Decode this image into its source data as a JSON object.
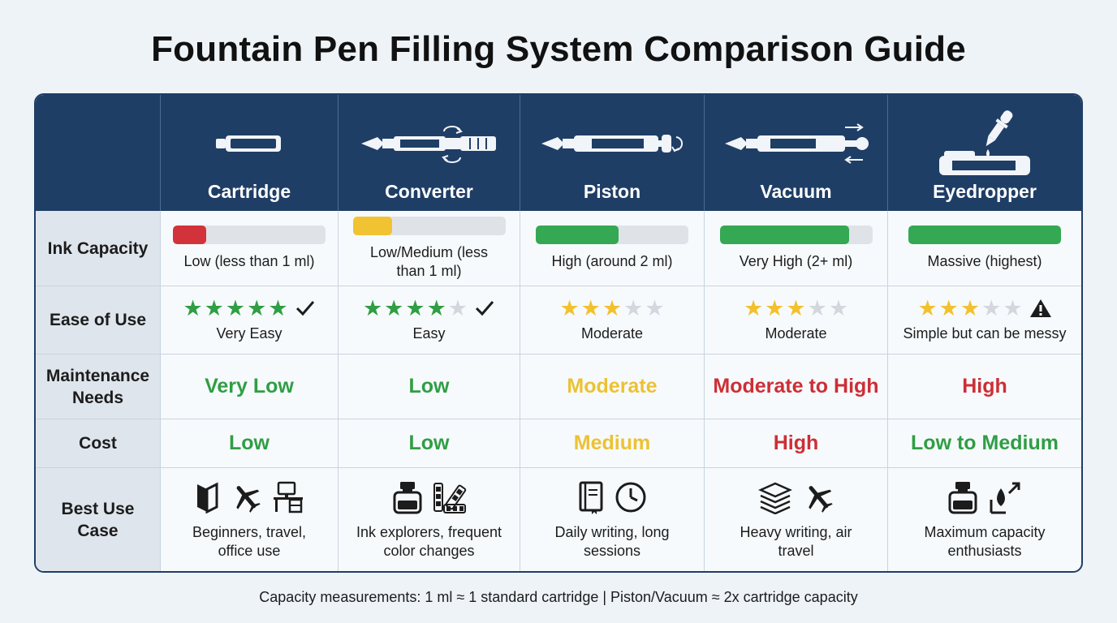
{
  "title": "Fountain Pen Filling System Comparison Guide",
  "colors": {
    "header_bg": "#1f3e66",
    "label_bg": "#dfe5ec",
    "green": "#2f9e44",
    "yellow": "#ecc233",
    "red": "#cc2f35",
    "star_gray": "#d3d8de"
  },
  "systems": [
    {
      "name": "Cartridge",
      "icon": "cartridge-icon",
      "capacity": {
        "label": "Low (less than 1 ml)",
        "level": 0.22,
        "color": "#d2333a"
      },
      "ease": {
        "stars": 5,
        "badge": "✓",
        "badge_icon": "check-icon",
        "label": "Very Easy",
        "star_color": "#2f9e44"
      },
      "maintenance": {
        "label": "Very Low",
        "color": "#2f9e44"
      },
      "cost": {
        "label": "Low",
        "color": "#2f9e44"
      },
      "best_use": {
        "icons": [
          "beginner-mark-icon",
          "airplane-icon",
          "office-desk-icon"
        ],
        "label": "Beginners, travel, office use"
      }
    },
    {
      "name": "Converter",
      "icon": "converter-pen-icon",
      "capacity": {
        "label": "Low/Medium (less than 1 ml)",
        "level": 0.26,
        "color": "#f1c232"
      },
      "ease": {
        "stars": 4,
        "badge": "✓",
        "badge_icon": "check-icon",
        "label": "Easy",
        "star_color": "#2f9e44"
      },
      "maintenance": {
        "label": "Low",
        "color": "#2f9e44"
      },
      "cost": {
        "label": "Low",
        "color": "#2f9e44"
      },
      "best_use": {
        "icons": [
          "ink-bottle-icon",
          "color-swatches-icon"
        ],
        "label": "Ink explorers, frequent color changes"
      }
    },
    {
      "name": "Piston",
      "icon": "piston-pen-icon",
      "capacity": {
        "label": "High (around 2 ml)",
        "level": 0.54,
        "color": "#34a853"
      },
      "ease": {
        "stars": 3,
        "badge": "",
        "badge_icon": "",
        "label": "Moderate",
        "star_color": "#f2c12e"
      },
      "maintenance": {
        "label": "Moderate",
        "color": "#ecc233"
      },
      "cost": {
        "label": "Medium",
        "color": "#ecc233"
      },
      "best_use": {
        "icons": [
          "notebook-icon",
          "clock-icon"
        ],
        "label": "Daily writing, long sessions"
      }
    },
    {
      "name": "Vacuum",
      "icon": "vacuum-pen-icon",
      "capacity": {
        "label": "Very High (2+ ml)",
        "level": 0.85,
        "color": "#34a853"
      },
      "ease": {
        "stars": 3,
        "badge": "",
        "badge_icon": "",
        "label": "Moderate",
        "star_color": "#f2c12e"
      },
      "maintenance": {
        "label": "Moderate to High",
        "color": "#cc2f35"
      },
      "cost": {
        "label": "High",
        "color": "#cc2f35"
      },
      "best_use": {
        "icons": [
          "paper-stack-icon",
          "airplane-icon"
        ],
        "label": "Heavy writing, air travel"
      }
    },
    {
      "name": "Eyedropper",
      "icon": "eyedropper-icon",
      "capacity": {
        "label": "Massive (highest)",
        "level": 1.0,
        "color": "#34a853"
      },
      "ease": {
        "stars": 3,
        "badge": "⚠",
        "badge_icon": "warning-icon",
        "label": "Simple but can be messy",
        "star_color": "#f2c12e"
      },
      "maintenance": {
        "label": "High",
        "color": "#cc2f35"
      },
      "cost": {
        "label": "Low to Medium",
        "color": "#2f9e44"
      },
      "best_use": {
        "icons": [
          "ink-bottle-icon",
          "ink-drop-expand-icon"
        ],
        "label": "Maximum capacity enthusiasts"
      }
    }
  ],
  "row_labels": {
    "capacity": "Ink Capacity",
    "ease": "Ease of Use",
    "maintenance": "Maintenance Needs",
    "cost": "Cost",
    "best_use": "Best Use Case"
  },
  "footer": "Capacity measurements: 1 ml ≈ 1 standard cartridge | Piston/Vacuum ≈ 2x cartridge capacity"
}
